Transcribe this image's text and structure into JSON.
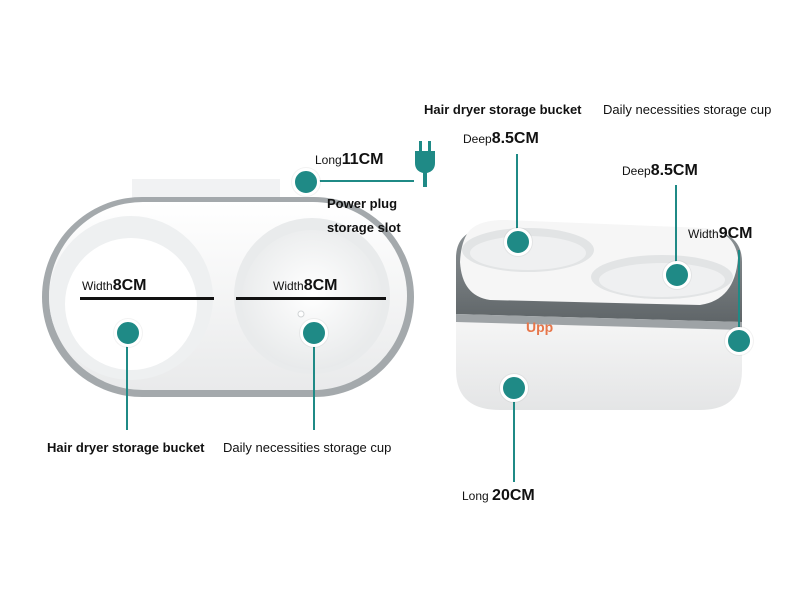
{
  "labels": {
    "long_top": {
      "prefix": "Long",
      "value": "11CM"
    },
    "power_plug_line1": "Power plug",
    "power_plug_line2": "storage slot",
    "width_left": {
      "prefix": "Width",
      "value": "8CM"
    },
    "width_right": {
      "prefix": "Width",
      "value": "8CM"
    },
    "hair_dryer_left": "Hair dryer storage bucket",
    "daily_cup_left": "Daily necessities storage cup",
    "hair_dryer_top": "Hair dryer storage bucket",
    "daily_cup_top": "Daily necessities storage cup",
    "deep_left": {
      "prefix": "Deep",
      "value": "8.5CM"
    },
    "deep_right": {
      "prefix": "Deep",
      "value": "8.5CM"
    },
    "width_side": {
      "prefix": "Width",
      "value": "9CM"
    },
    "long_bottom": {
      "prefix": "Long",
      "value": "20CM"
    },
    "brand": "Upp"
  },
  "colors": {
    "accent": "#1f8a86",
    "body_white": "#f4f4f4",
    "rim_gray": "#9a9fa2",
    "lid_gray": "#7b8184",
    "brand_orange": "#e7764a"
  },
  "icons": {
    "plug": "plug-icon"
  }
}
